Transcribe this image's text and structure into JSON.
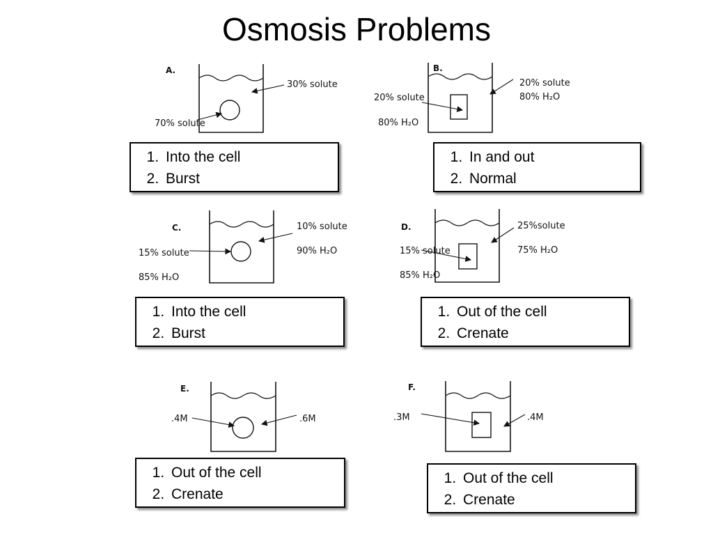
{
  "title": "Osmosis Problems",
  "problems": [
    {
      "letter": "A.",
      "labels": [
        "30% solute",
        "70% solute"
      ],
      "answers": [
        "Into the cell",
        "Burst"
      ]
    },
    {
      "letter": "B.",
      "labels": [
        "20% solute",
        "80% H₂O",
        "20% solute",
        "80% H₂O"
      ],
      "answers": [
        "In and out",
        "Normal"
      ]
    },
    {
      "letter": "C.",
      "labels": [
        "10% solute",
        "90% H₂O",
        "15% solute",
        "85% H₂O"
      ],
      "answers": [
        "Into the cell",
        "Burst"
      ]
    },
    {
      "letter": "D.",
      "labels": [
        "25%solute",
        "75% H₂O",
        "15% solute",
        "85% H₂O"
      ],
      "answers": [
        "Out of the cell",
        "Crenate"
      ]
    },
    {
      "letter": "E.",
      "labels": [
        ".4M",
        ".6M"
      ],
      "answers": [
        "Out of the cell",
        "Crenate"
      ]
    },
    {
      "letter": "F.",
      "labels": [
        ".3M",
        ".4M"
      ],
      "answers": [
        "Out of the cell",
        "Crenate"
      ]
    }
  ]
}
